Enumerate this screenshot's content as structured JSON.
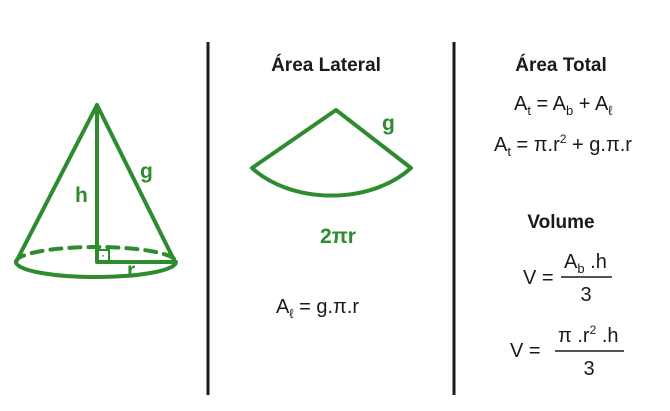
{
  "colors": {
    "figure": "#2e8b2e",
    "text": "#1a1a1a",
    "divider": "#1a1a1a"
  },
  "cone": {
    "height_label": "h",
    "slant_label": "g",
    "radius_label": "r",
    "right_angle_marker": "·"
  },
  "lateral": {
    "heading": "Área Lateral",
    "sector_slant_label": "g",
    "sector_arc_label": "2πr",
    "formula": {
      "base": "A",
      "sub": "ℓ",
      "rest": " = g.π.r"
    }
  },
  "total": {
    "heading": "Área Total",
    "formula1": {
      "a": "A",
      "a_sub": "t",
      "eq": " = ",
      "b": "A",
      "b_sub": "b",
      "plus": " + ",
      "c": "A",
      "c_sub": "ℓ"
    },
    "formula2": {
      "a": "A",
      "a_sub": "t",
      "mid": " = π.r",
      "exp": "2",
      "rest": " + g.π.r"
    }
  },
  "volume": {
    "heading": "Volume",
    "formula1": {
      "lhs": "V =",
      "num_a": "A",
      "num_sub": "b",
      "num_rest": " .h",
      "den": "3"
    },
    "formula2": {
      "lhs": "V =",
      "num_a": "π .r",
      "num_exp": "2",
      "num_rest": " .h",
      "den": "3"
    }
  }
}
